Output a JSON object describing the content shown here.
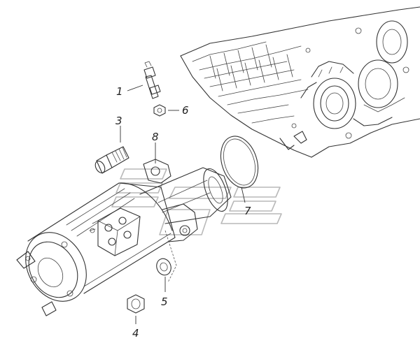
{
  "callouts": [
    {
      "id": "c1",
      "label": "1"
    },
    {
      "id": "c3",
      "label": "3"
    },
    {
      "id": "c4",
      "label": "4"
    },
    {
      "id": "c5",
      "label": "5"
    },
    {
      "id": "c6",
      "label": "6"
    },
    {
      "id": "c7",
      "label": "7"
    },
    {
      "id": "c8",
      "label": "8"
    }
  ],
  "colors": {
    "line": "#333333",
    "watermark": "#b9b9b9",
    "background": "#ffffff"
  },
  "icons": [
    "starter-motor-icon",
    "transmission-housing-icon",
    "bolt-icon",
    "nut-icon",
    "washer-icon",
    "o-ring-icon",
    "sensor-plug-icon",
    "gasket-icon",
    "watermark-logo-icon"
  ]
}
